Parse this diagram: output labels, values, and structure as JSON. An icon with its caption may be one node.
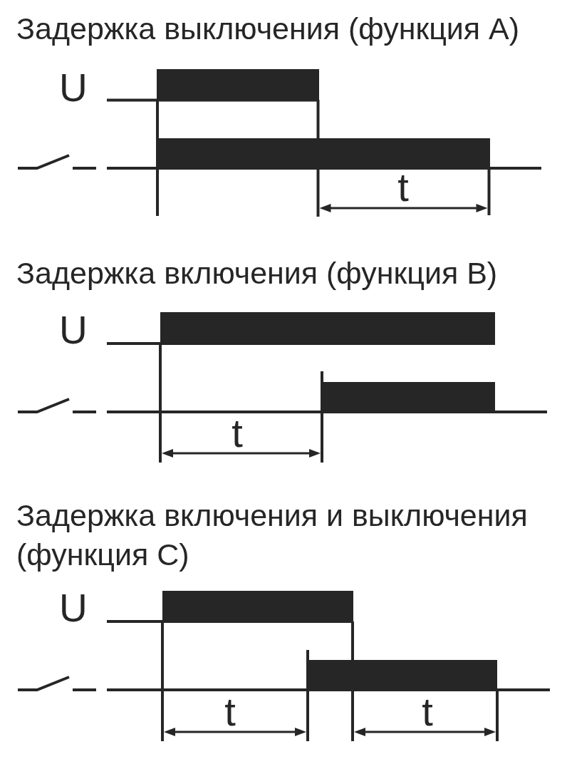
{
  "diagram": {
    "labels": [
      "Задержка выключения (функция А)",
      "U",
      "t",
      "Задержка включения (функция В)",
      "U",
      "t",
      "Задержка включения и выключения (функция С)",
      "U",
      "t",
      "t"
    ]
  }
}
